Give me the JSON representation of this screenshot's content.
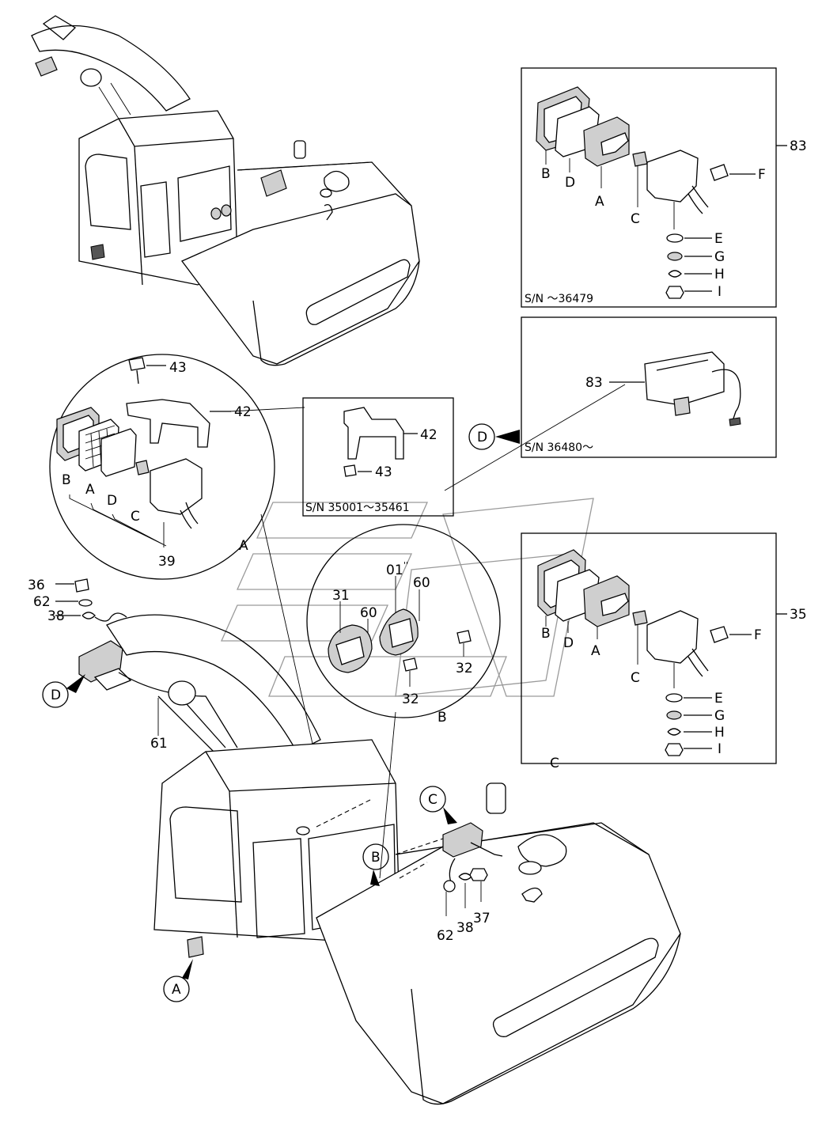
{
  "callouts": {
    "a_bottom": "A",
    "b_bottom": "B",
    "c_bottom": "C",
    "d_left": "D",
    "d_right": "D",
    "detail_a": "A",
    "detail_b": "B",
    "detail_c": "C"
  },
  "labels": {
    "n83_top": "83",
    "n83_mid": "83",
    "n35": "35",
    "n43_a": "43",
    "n42_a": "42",
    "n42_b": "42",
    "n43_b": "43",
    "n39": "39",
    "n36": "36",
    "n62_a": "62",
    "n38_a": "38",
    "n61": "61",
    "n31": "31",
    "n01": "01",
    "n60_a": "60",
    "n60_b": "60",
    "n32_a": "32",
    "n32_b": "32",
    "n62_b": "62",
    "n38_b": "38",
    "n37": "37"
  },
  "letters_top_box": [
    "B",
    "D",
    "A",
    "C",
    "F",
    "E",
    "G",
    "H",
    "I"
  ],
  "letters_c_box": [
    "B",
    "D",
    "A",
    "C",
    "F",
    "E",
    "G",
    "H",
    "I"
  ],
  "letters_circle_a": [
    "B",
    "A",
    "D",
    "C"
  ],
  "serials": {
    "top_box": "S/N ～36479",
    "mid_box": "S/N 36480～",
    "bracket_box": "S/N 35001～35461"
  }
}
